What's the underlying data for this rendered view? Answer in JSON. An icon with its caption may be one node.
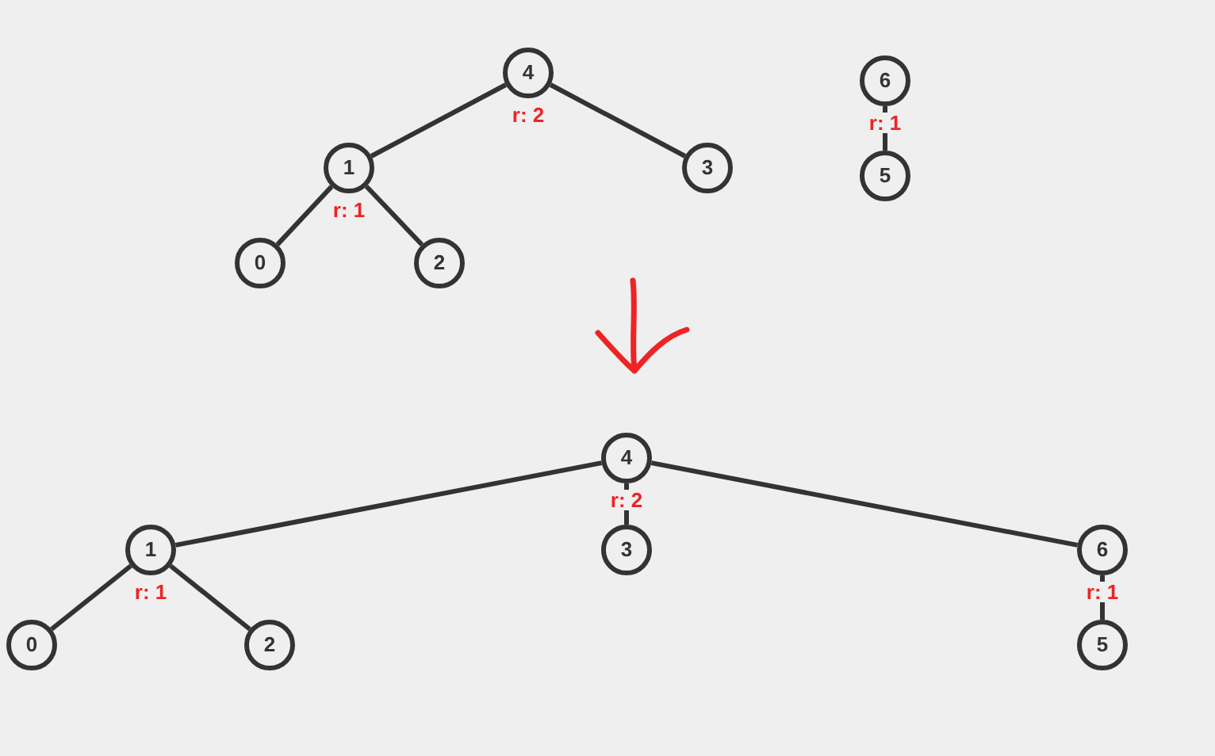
{
  "diagram": {
    "nodes": [
      {
        "text": [
          "4"
        ],
        "beside": [
          "r: 2"
        ]
      },
      {
        "text": [
          "6"
        ],
        "beside": [
          "r: 1"
        ]
      },
      {
        "text": [
          "1"
        ],
        "beside": [
          "r: 1"
        ]
      },
      {
        "text": [
          "3"
        ]
      },
      {
        "text": [
          "5"
        ]
      },
      {
        "text": [
          "0"
        ]
      },
      {
        "text": [
          "2"
        ]
      },
      {
        "text": [
          "4"
        ],
        "beside": [
          "r: 2"
        ]
      },
      {
        "text": [
          "1"
        ],
        "beside": [
          "r: 1"
        ]
      },
      {
        "text": [
          "3"
        ]
      },
      {
        "text": [
          "6"
        ],
        "beside": [
          "r: 1"
        ]
      },
      {
        "text": [
          "0"
        ]
      },
      {
        "text": [
          "2"
        ]
      },
      {
        "text": [
          "5"
        ]
      }
    ],
    "edges": [
      {
        "from": 0,
        "to": 2,
        "arrow": "none"
      },
      {
        "from": 0,
        "to": 3,
        "arrow": "none"
      },
      {
        "from": 2,
        "to": 5,
        "arrow": "none"
      },
      {
        "from": 2,
        "to": 6,
        "arrow": "none"
      },
      {
        "from": 1,
        "to": 4,
        "arrow": "none"
      },
      {
        "from": 7,
        "to": 8,
        "arrow": "none"
      },
      {
        "from": 7,
        "to": 9,
        "arrow": "none"
      },
      {
        "from": 7,
        "to": 10,
        "arrow": "none"
      },
      {
        "from": 8,
        "to": 11,
        "arrow": "none"
      },
      {
        "from": 8,
        "to": 12,
        "arrow": "none"
      },
      {
        "from": 10,
        "to": 13,
        "arrow": "none"
      }
    ]
  }
}
